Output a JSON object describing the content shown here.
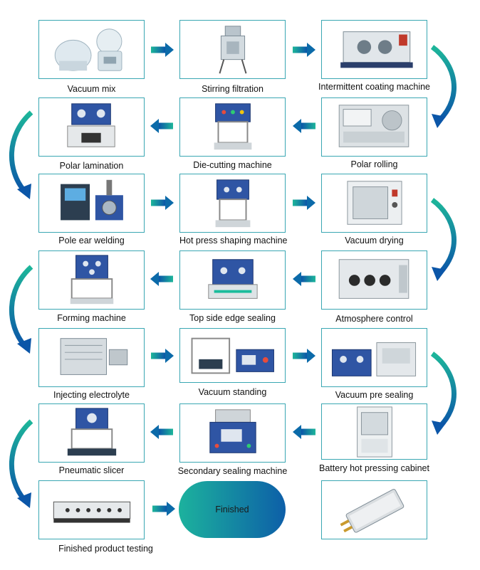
{
  "colors": {
    "border": "#3aa7b3",
    "arrow_start": "#1db69a",
    "arrow_end": "#0b56a8"
  },
  "steps": [
    {
      "label": "Vacuum mix",
      "icon": "vacuum-mixer-icon"
    },
    {
      "label": "Stirring filtration",
      "icon": "stirring-tank-icon"
    },
    {
      "label": "Intermittent coating machine",
      "icon": "coating-machine-icon"
    },
    {
      "label": "Polar rolling",
      "icon": "rolling-press-icon"
    },
    {
      "label": "Die-cutting machine",
      "icon": "die-cutter-icon"
    },
    {
      "label": "Polar lamination",
      "icon": "laminator-icon"
    },
    {
      "label": "Pole ear welding",
      "icon": "welder-icon"
    },
    {
      "label": "Hot press shaping machine",
      "icon": "hot-press-icon"
    },
    {
      "label": "Vacuum drying",
      "icon": "vacuum-oven-icon"
    },
    {
      "label": "Atmosphere control",
      "icon": "glove-box-icon"
    },
    {
      "label": "Top side edge sealing",
      "icon": "edge-sealer-icon"
    },
    {
      "label": "Forming machine",
      "icon": "forming-machine-icon"
    },
    {
      "label": "Injecting electrolyte",
      "icon": "electrolyte-injector-icon"
    },
    {
      "label": "Vacuum standing",
      "icon": "vacuum-standing-icon"
    },
    {
      "label": "Vacuum pre sealing",
      "icon": "pre-sealer-icon"
    },
    {
      "label": "Battery hot pressing cabinet",
      "icon": "hot-pressing-cabinet-icon"
    },
    {
      "label": "Secondary sealing machine",
      "icon": "secondary-sealer-icon"
    },
    {
      "label": "Pneumatic slicer",
      "icon": "pneumatic-slicer-icon"
    },
    {
      "label": "Finished product testing",
      "icon": "battery-tester-icon"
    }
  ],
  "finished": {
    "label": "Finished"
  },
  "product": {
    "icon": "battery-pouch-icon"
  }
}
